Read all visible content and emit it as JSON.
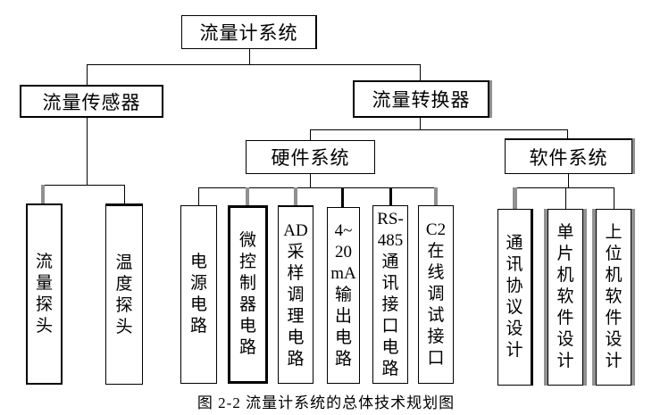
{
  "figure": {
    "caption": "图 2-2  流量计系统的总体技术规划图"
  },
  "nodes": {
    "root": {
      "label": "流量计系统"
    },
    "flow_sensor": {
      "label": "流量传感器"
    },
    "flow_converter": {
      "label": "流量转换器"
    },
    "hardware_system": {
      "label": "硬件系统"
    },
    "software_system": {
      "label": "软件系统"
    },
    "flow_probe": {
      "label": "流\n量\n探\n头"
    },
    "temp_probe": {
      "label": "温\n度\n探\n头"
    },
    "power_circuit": {
      "label": "电\n源\n电\n路"
    },
    "mcu_circuit": {
      "label": "微\n控\n制\n器\n电\n路"
    },
    "ad_circuit": {
      "label": "AD\n采\n样\n调\n理\n电\n路"
    },
    "ma_output_circuit": {
      "label": "4~\n20\nmA\n输\n出\n电\n路"
    },
    "rs485_circuit": {
      "label": "RS-\n485\n通\n讯\n接\n口\n电\n路"
    },
    "c2_interface": {
      "label": "C2\n在\n线\n调\n试\n接\n口"
    },
    "protocol_design": {
      "label": "通\n讯\n协\n议\n设\n计"
    },
    "mcu_software": {
      "label": "单\n片\n机\n软\n件\n设\n计"
    },
    "host_software": {
      "label": "上\n位\n机\n软\n件\n设\n计"
    }
  },
  "colors": {
    "line": "#000000",
    "shadow": "#909090",
    "background": "#ffffff"
  }
}
